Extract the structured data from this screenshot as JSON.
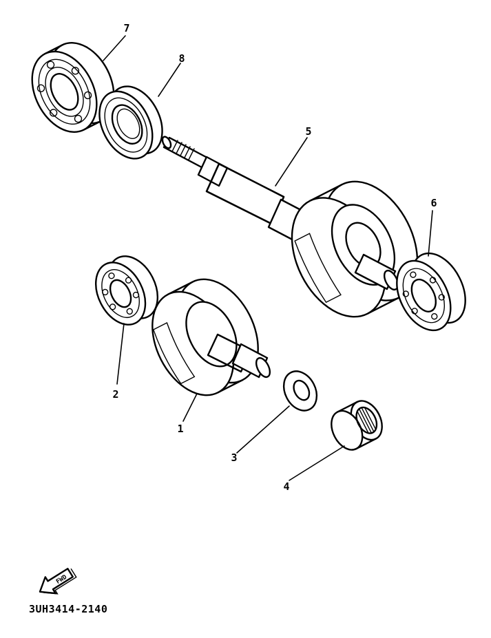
{
  "callouts": [
    {
      "id": "1",
      "label": "1"
    },
    {
      "id": "2",
      "label": "2"
    },
    {
      "id": "3",
      "label": "3"
    },
    {
      "id": "4",
      "label": "4"
    },
    {
      "id": "5",
      "label": "5"
    },
    {
      "id": "6",
      "label": "6"
    },
    {
      "id": "7",
      "label": "7"
    },
    {
      "id": "8",
      "label": "8"
    }
  ],
  "front_arrow": {
    "label": "FWD",
    "icon": "front-direction-arrow-icon"
  },
  "part_code": "3UH3414-2140"
}
